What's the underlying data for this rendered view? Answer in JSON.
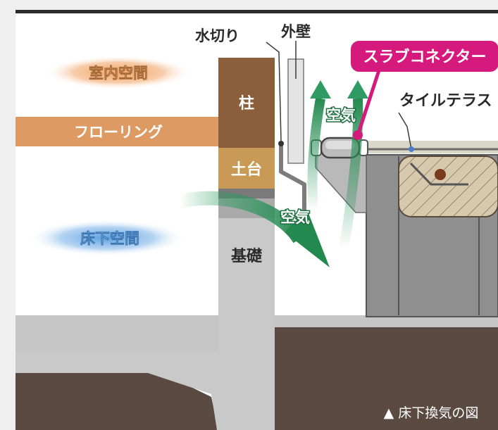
{
  "labels": {
    "indoor_space": "室内空間",
    "flooring": "フローリング",
    "underfloor_space": "床下空間",
    "column": "柱",
    "sill": "土台",
    "foundation": "基礎",
    "flashing": "水切り",
    "outer_wall": "外壁",
    "slab_connector": "スラブコネクター",
    "tile_terrace": "タイルテラス",
    "air_top": "空気",
    "air_bottom": "空気",
    "caption": "▲ 床下換気の図"
  },
  "colors": {
    "indoor_glow": "#f2b277",
    "underfloor_glow": "#7fb5e6",
    "flooring_band": "#dd9a63",
    "column": "#8b5e3c",
    "sill": "#c89a55",
    "foundation": "#c8c8c8",
    "ground": "#5b4a42",
    "connector_callout": "#d6197c",
    "air_arrow": "#2f9a62"
  }
}
